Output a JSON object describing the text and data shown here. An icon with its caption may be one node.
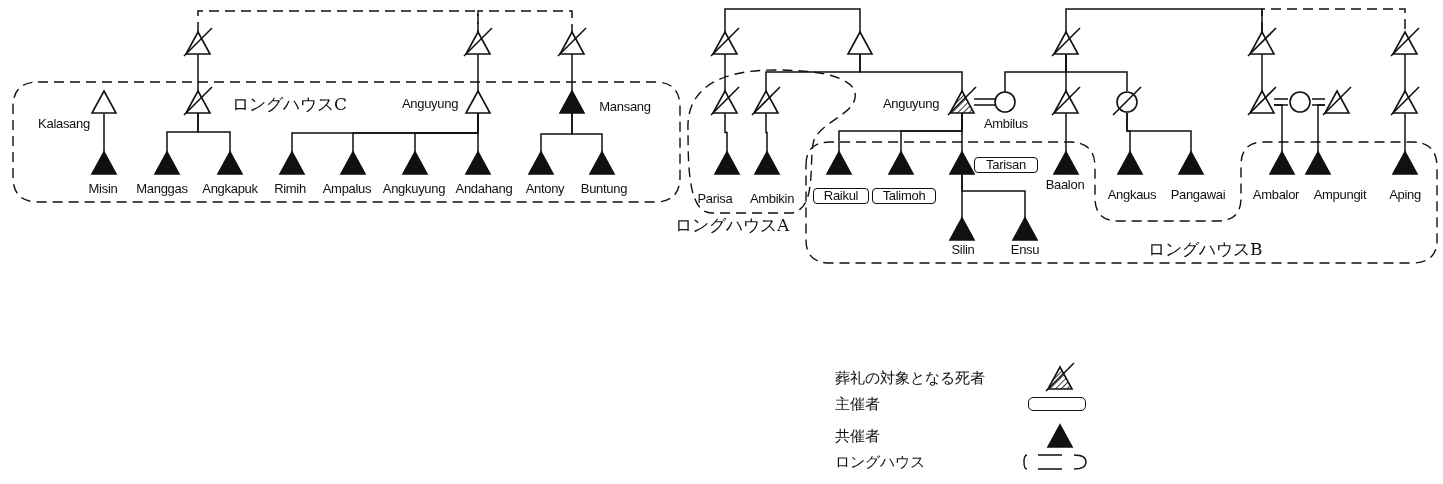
{
  "diagram": {
    "nodes": [
      {
        "text": [],
        "shape": "triangle"
      },
      {
        "text": [],
        "shape": "triangle"
      },
      {
        "text": [],
        "shape": "triangle"
      },
      {
        "text": [
          "ロングハウスC"
        ]
      },
      {
        "text": [
          "Kalasang"
        ],
        "in": 3
      },
      {
        "text": [],
        "shape": "triangle",
        "in": 3
      },
      {
        "text": [
          "Anguyung"
        ],
        "in": 3
      },
      {
        "text": [
          "Mansang"
        ],
        "in": 3
      },
      {
        "text": [
          "Misin"
        ],
        "in": 3
      },
      {
        "text": [
          "Manggas"
        ],
        "in": 3
      },
      {
        "text": [
          "Angkapuk"
        ],
        "in": 3
      },
      {
        "text": [
          "Rimih"
        ],
        "in": 3
      },
      {
        "text": [
          "Ampalus"
        ],
        "in": 3
      },
      {
        "text": [
          "Angkuyung"
        ],
        "in": 3
      },
      {
        "text": [
          "Andahang"
        ],
        "in": 3
      },
      {
        "text": [
          "Antony"
        ],
        "in": 3
      },
      {
        "text": [
          "Buntung"
        ],
        "in": 3
      },
      {
        "text": [],
        "shape": "triangle"
      },
      {
        "text": [],
        "shape": "triangle"
      },
      {
        "text": [],
        "shape": "triangle"
      },
      {
        "text": [],
        "shape": "triangle"
      },
      {
        "text": [],
        "shape": "triangle"
      },
      {
        "text": [
          "ロングハウスA"
        ]
      },
      {
        "text": [],
        "shape": "triangle",
        "in": 22
      },
      {
        "text": [],
        "shape": "triangle",
        "in": 22
      },
      {
        "text": [
          "Parisa"
        ],
        "in": 22
      },
      {
        "text": [
          "Ambikin"
        ],
        "in": 22
      },
      {
        "text": [
          "Anguyung"
        ]
      },
      {
        "text": [
          "Ambilus"
        ]
      },
      {
        "text": [],
        "shape": "triangle"
      },
      {
        "text": [],
        "shape": "circle"
      },
      {
        "text": [],
        "shape": "triangle"
      },
      {
        "text": [],
        "shape": "circle"
      },
      {
        "text": [],
        "shape": "triangle"
      },
      {
        "text": [],
        "shape": "triangle"
      },
      {
        "text": [
          "Angkaus"
        ]
      },
      {
        "text": [
          "Pangawai"
        ]
      },
      {
        "text": [
          "ロングハウスB"
        ]
      },
      {
        "text": [
          "Raikul"
        ],
        "in": 37
      },
      {
        "text": [
          "Talimoh"
        ],
        "in": 37
      },
      {
        "text": [
          "Tarisan"
        ],
        "in": 37
      },
      {
        "text": [
          "Baalon"
        ],
        "in": 37
      },
      {
        "text": [
          "Silin"
        ],
        "in": 37
      },
      {
        "text": [
          "Ensu"
        ],
        "in": 37
      },
      {
        "text": [
          "Ambalor"
        ],
        "in": 37
      },
      {
        "text": [
          "Ampungit"
        ],
        "in": 37
      },
      {
        "text": [
          "Aping"
        ],
        "in": 37
      }
    ],
    "edges": [
      {
        "from": 0,
        "to": 1,
        "arrow": "none",
        "style": "dashed"
      },
      {
        "from": 1,
        "to": 2,
        "arrow": "none",
        "style": "dashed"
      },
      {
        "from": 0,
        "to": 5,
        "arrow": "none"
      },
      {
        "from": 1,
        "to": 6,
        "arrow": "none"
      },
      {
        "from": 2,
        "to": 7,
        "arrow": "none"
      },
      {
        "from": 4,
        "to": 8,
        "arrow": "none"
      },
      {
        "from": 5,
        "to": 9,
        "arrow": "none"
      },
      {
        "from": 5,
        "to": 10,
        "arrow": "none"
      },
      {
        "from": 6,
        "to": 11,
        "arrow": "none"
      },
      {
        "from": 6,
        "to": 12,
        "arrow": "none"
      },
      {
        "from": 6,
        "to": 13,
        "arrow": "none"
      },
      {
        "from": 6,
        "to": 14,
        "arrow": "none"
      },
      {
        "from": 7,
        "to": 15,
        "arrow": "none"
      },
      {
        "from": 7,
        "to": 16,
        "arrow": "none"
      },
      {
        "from": 17,
        "to": 18,
        "arrow": "none"
      },
      {
        "from": 17,
        "to": 23,
        "arrow": "none"
      },
      {
        "from": 18,
        "to": 24,
        "arrow": "none"
      },
      {
        "from": 18,
        "to": 27,
        "arrow": "none"
      },
      {
        "from": 23,
        "to": 25,
        "arrow": "none"
      },
      {
        "from": 24,
        "to": 26,
        "arrow": "none"
      },
      {
        "from": 27,
        "to": 28,
        "arrow": "none"
      },
      {
        "from": 27,
        "to": 38,
        "arrow": "none"
      },
      {
        "from": 27,
        "to": 39,
        "arrow": "none"
      },
      {
        "from": 27,
        "to": 40,
        "arrow": "none"
      },
      {
        "from": 40,
        "to": 42,
        "arrow": "none"
      },
      {
        "from": 40,
        "to": 43,
        "arrow": "none"
      },
      {
        "from": 19,
        "to": 20,
        "arrow": "none"
      },
      {
        "from": 20,
        "to": 21,
        "arrow": "none",
        "style": "dashed"
      },
      {
        "from": 19,
        "to": 28,
        "arrow": "none"
      },
      {
        "from": 19,
        "to": 29,
        "arrow": "none"
      },
      {
        "from": 19,
        "to": 30,
        "arrow": "none"
      },
      {
        "from": 29,
        "to": 41,
        "arrow": "none"
      },
      {
        "from": 30,
        "to": 35,
        "arrow": "none"
      },
      {
        "from": 30,
        "to": 36,
        "arrow": "none"
      },
      {
        "from": 20,
        "to": 31,
        "arrow": "none"
      },
      {
        "from": 31,
        "to": 32,
        "arrow": "none"
      },
      {
        "from": 32,
        "to": 33,
        "arrow": "none"
      },
      {
        "from": 31,
        "to": 44,
        "arrow": "none"
      },
      {
        "from": 33,
        "to": 45,
        "arrow": "none"
      },
      {
        "from": 21,
        "to": 34,
        "arrow": "none"
      },
      {
        "from": 34,
        "to": 46,
        "arrow": "none"
      }
    ],
    "legend": [
      {
        "text": "葬礼の対象となる死者"
      },
      {
        "text": "主催者"
      },
      {
        "text": "共催者"
      },
      {
        "text": "ロングハウス"
      }
    ]
  }
}
